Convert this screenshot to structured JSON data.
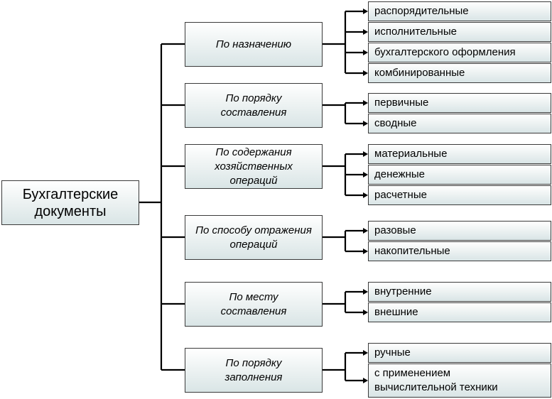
{
  "root": {
    "label": "Бухгалтерские документы"
  },
  "groups": [
    {
      "label": "По назначению",
      "items": [
        "распорядительные",
        "исполнительные",
        "бухгалтерского оформления",
        "комбинированные"
      ]
    },
    {
      "label": "По порядку\nсоставления",
      "items": [
        "первичные",
        "сводные"
      ]
    },
    {
      "label": "По содержания\nхозяйственных\nопераций",
      "items": [
        "материальные",
        "денежные",
        "расчетные"
      ]
    },
    {
      "label": "По способу отражения\nопераций",
      "items": [
        "разовые",
        "накопительные"
      ]
    },
    {
      "label": "По месту\nсоставления",
      "items": [
        "внутренние",
        "внешние"
      ]
    },
    {
      "label": "По порядку\nзаполнения",
      "items": [
        "ручные",
        "с применением\nвычислительной техники"
      ]
    }
  ],
  "colors": {
    "line": "#000000",
    "border": "#3a3a3a",
    "fill_top": "#ffffff",
    "fill_bottom": "#d9e5e6"
  }
}
